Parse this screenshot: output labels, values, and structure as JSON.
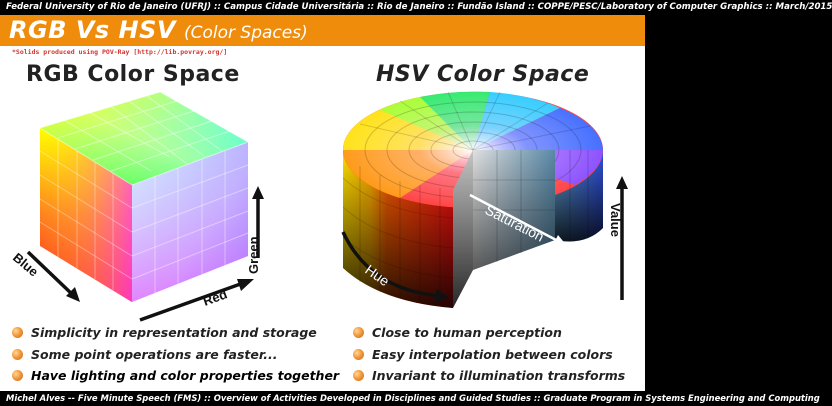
{
  "header": {
    "banner": "Federal University of Rio de Janeiro (UFRJ) :: Campus Cidade Universitária :: Rio de Janeiro :: Fundão Island :: COPPE/PESC/Laboratory of Computer Graphics :: March/2015",
    "title": "RGB Vs HSV",
    "subtitle": "(Color Spaces)",
    "credit": "*Solids produced using POV-Ray [http://lib.povray.org/]"
  },
  "rgb": {
    "heading": "RGB Color Space",
    "axis_blue": "Blue",
    "axis_red": "Red",
    "axis_green": "Green",
    "bullets": [
      "Simplicity in representation and storage",
      "Some point operations are faster...",
      "Have lighting and color properties together"
    ]
  },
  "hsv": {
    "heading": "HSV Color Space",
    "axis_saturation": "Saturation",
    "axis_hue": "Hue",
    "axis_value": "Value",
    "bullets": [
      "Close to human perception",
      "Easy interpolation between colors",
      "Invariant to illumination transforms"
    ]
  },
  "footer": {
    "text": "Michel Alves -- Five Minute Speech (FMS) :: Overview of Activities Developed in Disciplines and Guided Studies :: Graduate Program in Systems Engineering and Computing"
  },
  "colors": {
    "accent": "#f08c0c",
    "bar": "#000000",
    "bullet": "#f39a3c"
  },
  "icons": {
    "bullet": "orange-sphere-bullet-icon",
    "arrows": "black-arrow-icon"
  }
}
